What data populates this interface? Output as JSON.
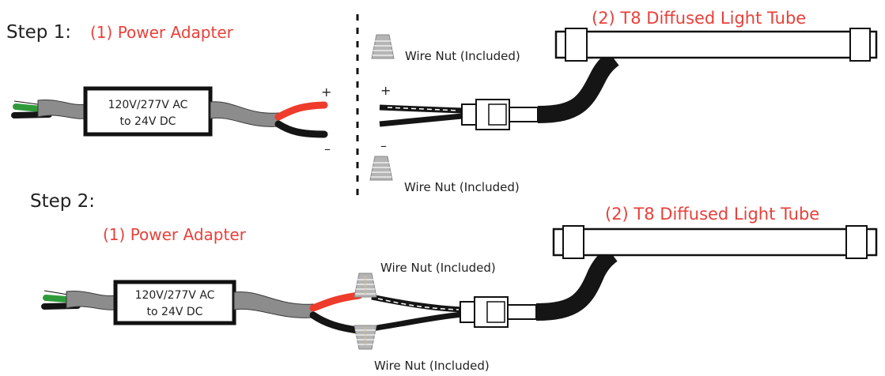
{
  "step1": {
    "title": "Step 1:",
    "adapter_label": "(1) Power Adapter",
    "tube_label": "(2) T8 Diffused Light Tube",
    "adapter_box": {
      "line1": "120V/277V AC",
      "line2": "to 24V DC"
    },
    "plus_left": "+",
    "minus_left": "–",
    "plus_right": "+",
    "minus_right": "–",
    "wire_nut_top": "Wire Nut (Included)",
    "wire_nut_bottom": "Wire Nut (Included)"
  },
  "step2": {
    "title": "Step 2:",
    "adapter_label": "(1) Power Adapter",
    "tube_label": "(2) T8 Diffused Light Tube",
    "adapter_box": {
      "line1": "120V/277V AC",
      "line2": "to 24V DC"
    },
    "wire_nut_top": "Wire Nut (Included)",
    "wire_nut_bottom": "Wire Nut (Included)"
  },
  "colors": {
    "label_red": "#e8403a",
    "cable_gray": "#8c8c8c",
    "wire_red": "#ee3b2c",
    "wire_black": "#151515",
    "wire_green": "#2f9a3a",
    "nut_gray": "#b5b5b5"
  }
}
